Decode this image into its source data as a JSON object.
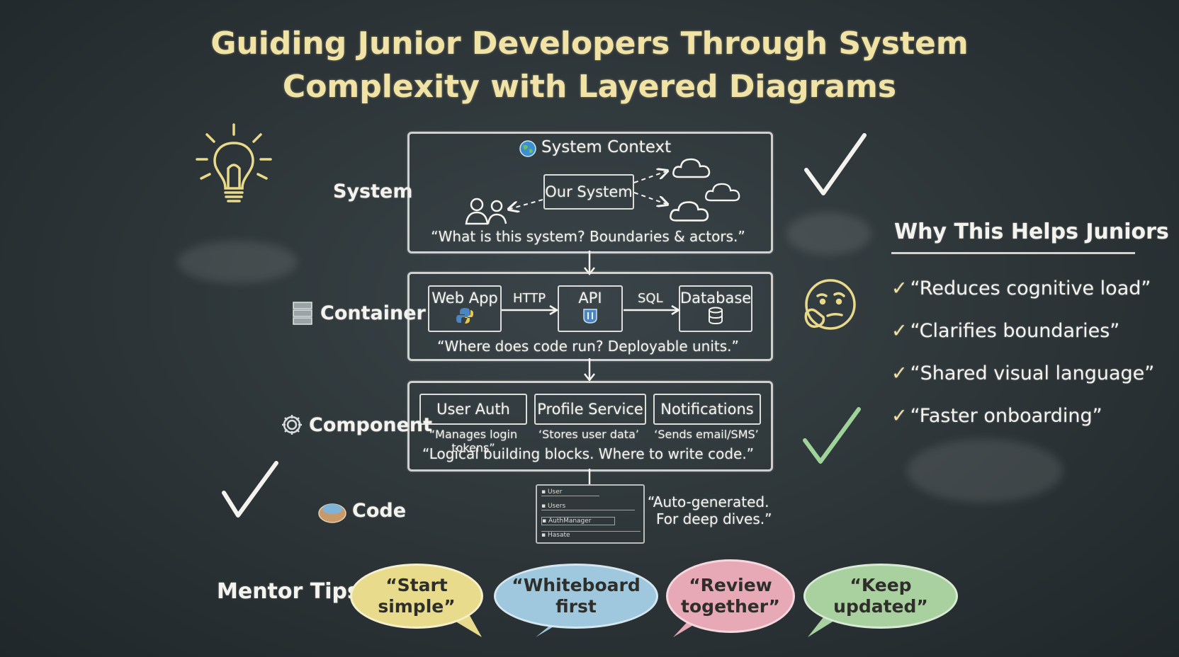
{
  "title": {
    "line1": "Guiding Junior Developers Through System",
    "line2": "Complexity with Layered Diagrams"
  },
  "layers": {
    "system": {
      "label": "System",
      "header": "System Context",
      "our_system": "Our System",
      "caption": "“What is this system? Boundaries & actors.”"
    },
    "container": {
      "label": "Container",
      "boxes": [
        "Web App",
        "API",
        "Database"
      ],
      "connectors": [
        "HTTP",
        "SQL"
      ],
      "caption": "“Where does code run? Deployable units.”"
    },
    "component": {
      "label": "Component",
      "boxes": [
        {
          "name": "User Auth",
          "desc": "“Manages login tokens”"
        },
        {
          "name": "Profile Service",
          "desc": "‘Stores user data’"
        },
        {
          "name": "Notifications",
          "desc": "‘Sends email/SMS’"
        }
      ],
      "caption": "“Logical building blocks. Where to write code.”"
    },
    "code": {
      "label": "Code",
      "classes": [
        "User",
        "Users",
        "AuthManager",
        "Hasate"
      ],
      "caption_line1": "“Auto-generated.",
      "caption_line2": "For deep dives.”"
    }
  },
  "why": {
    "heading": "Why This Helps Juniors",
    "items": [
      "“Reduces cognitive load”",
      "“Clarifies boundaries”",
      "“Shared visual language”",
      "“Faster onboarding”"
    ]
  },
  "tips": {
    "label": "Mentor Tips",
    "items": [
      {
        "text": "“Start simple”",
        "color": "#e8dc8c"
      },
      {
        "text": "“Whiteboard first",
        "color": "#9fc8de"
      },
      {
        "text_line1": "“Review",
        "text_line2": "together”",
        "color": "#e8a9b6"
      },
      {
        "text": "“Keep updated”",
        "color": "#a9d1a0"
      }
    ]
  },
  "colors": {
    "title": "#f1e3a6",
    "chalk": "#f4f3ee",
    "board": "#2c3437",
    "green_check": "#9fd39a",
    "yellow_icon": "#e9d98a"
  }
}
